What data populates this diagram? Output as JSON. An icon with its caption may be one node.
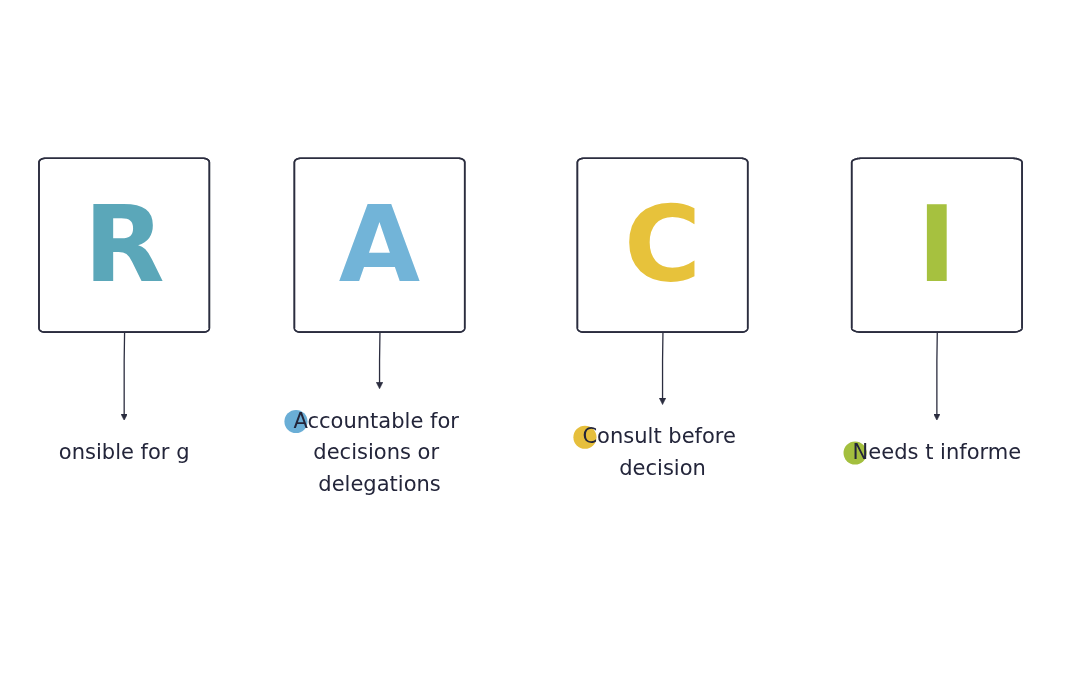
{
  "diagram": {
    "nodes": [
      {
        "text": [
          "R"
        ]
      },
      {
        "text": [
          "onsible for g"
        ]
      },
      {
        "text": [
          "A"
        ]
      },
      {
        "text": [
          "Accountable for decisions or delegations"
        ]
      },
      {
        "text": [
          "C"
        ]
      },
      {
        "text": [
          "Consult before decision"
        ]
      },
      {
        "text": [
          "I"
        ]
      },
      {
        "text": [
          "Needs t informe"
        ]
      }
    ],
    "edges": [
      {
        "from": 0,
        "to": 1,
        "arrow": "to"
      },
      {
        "from": 2,
        "to": 3,
        "arrow": "to"
      },
      {
        "from": 4,
        "to": 5,
        "arrow": "to"
      },
      {
        "from": 6,
        "to": 7,
        "arrow": "to"
      }
    ]
  }
}
